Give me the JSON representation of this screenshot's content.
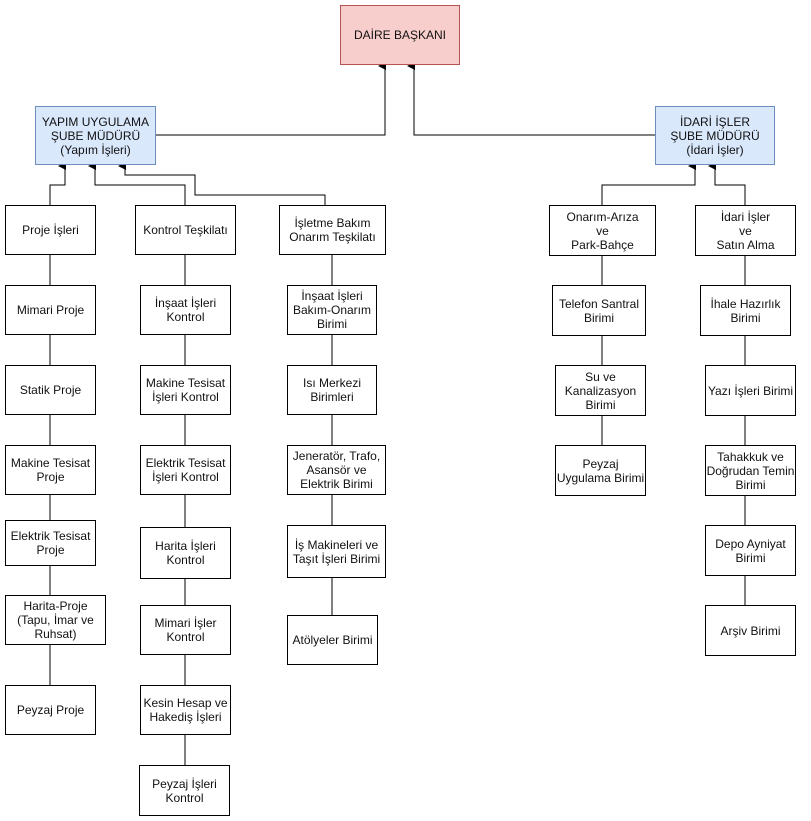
{
  "head": {
    "label": "DAİRE BAŞKANI"
  },
  "yapim": {
    "manager": "YAPIM UYGULAMA\nŞUBE MÜDÜRÜ\n(Yapım İşleri)",
    "proje": [
      "Proje İşleri",
      "Mimari Proje",
      "Statik Proje",
      "Makine Tesisat\nProje",
      "Elektrik Tesisat\nProje",
      "Harita-Proje\n(Tapu, İmar ve\nRuhsat)",
      "Peyzaj Proje"
    ],
    "kontrol": [
      "Kontrol Teşkilatı",
      "İnşaat İşleri\nKontrol",
      "Makine Tesisat\nİşleri Kontrol",
      "Elektrik Tesisat\nİşleri Kontrol",
      "Harita İşleri\nKontrol",
      "Mimari İşler\nKontrol",
      "Kesin Hesap ve\nHakediş İşleri",
      "Peyzaj İşleri\nKontrol"
    ],
    "isletme": [
      "İşletme Bakım\nOnarım Teşkilatı",
      "İnşaat İşleri\nBakım-Onarım\nBirimi",
      "Isı Merkezi\nBirimleri",
      "Jeneratör, Trafo,\nAsansör ve\nElektrik Birimi",
      "İş Makineleri ve\nTaşıt İşleri Birimi",
      "Atölyeler Birimi"
    ]
  },
  "idari": {
    "manager": "İDARİ İŞLER\nŞUBE MÜDÜRÜ\n(İdari İşler)",
    "onarim": [
      "Onarım-Arıza\nve\nPark-Bahçe",
      "Telefon Santral\nBirimi",
      "Su ve\nKanalizasyon\nBirimi",
      "Peyzaj\nUygulama Birimi"
    ],
    "satin": [
      "İdari İşler\nve\nSatın Alma",
      "İhale Hazırlık\nBirimi",
      "Yazı İşleri Birimi",
      "Tahakkuk ve\nDoğrudan Temin\nBirimi",
      "Depo Ayniyat\nBirimi",
      "Arşiv Birimi"
    ]
  }
}
